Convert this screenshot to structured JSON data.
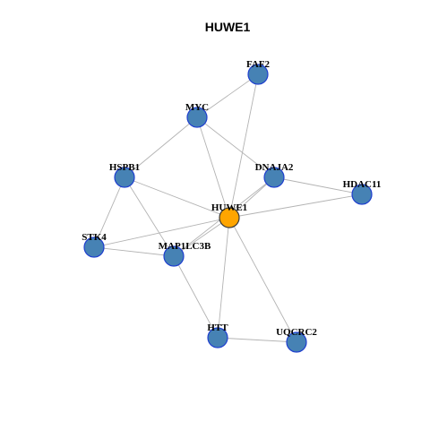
{
  "title": "HUWE1",
  "colors": {
    "node_default": "#4682b4",
    "node_hub": "#ffa500",
    "node_border": "#1f3fcf",
    "edge": "#b3b3b3"
  },
  "nodes": [
    {
      "id": "FAF2",
      "label": "FAF2",
      "hub": false
    },
    {
      "id": "MYC",
      "label": "MYC",
      "hub": false
    },
    {
      "id": "HSPB1",
      "label": "HSPB1",
      "hub": false
    },
    {
      "id": "DNAJA2",
      "label": "DNAJA2",
      "hub": false
    },
    {
      "id": "HDAC11",
      "label": "HDAC11",
      "hub": false
    },
    {
      "id": "HUWE1",
      "label": "HUWE1",
      "hub": true
    },
    {
      "id": "STK4",
      "label": "STK4",
      "hub": false
    },
    {
      "id": "MAP1LC3B",
      "label": "MAP1LC3B",
      "hub": false
    },
    {
      "id": "HTT",
      "label": "HTT",
      "hub": false
    },
    {
      "id": "UQCRC2",
      "label": "UQCRC2",
      "hub": false
    }
  ],
  "edges": [
    [
      "FAF2",
      "MYC"
    ],
    [
      "FAF2",
      "HUWE1"
    ],
    [
      "MYC",
      "HSPB1"
    ],
    [
      "MYC",
      "HUWE1"
    ],
    [
      "MYC",
      "DNAJA2"
    ],
    [
      "HSPB1",
      "HUWE1"
    ],
    [
      "HSPB1",
      "STK4"
    ],
    [
      "HSPB1",
      "MAP1LC3B"
    ],
    [
      "DNAJA2",
      "HUWE1"
    ],
    [
      "DNAJA2",
      "HDAC11"
    ],
    [
      "DNAJA2",
      "MAP1LC3B"
    ],
    [
      "HDAC11",
      "HUWE1"
    ],
    [
      "HUWE1",
      "STK4"
    ],
    [
      "HUWE1",
      "MAP1LC3B"
    ],
    [
      "HUWE1",
      "HTT"
    ],
    [
      "HUWE1",
      "UQCRC2"
    ],
    [
      "STK4",
      "MAP1LC3B"
    ],
    [
      "MAP1LC3B",
      "HTT"
    ],
    [
      "HTT",
      "UQCRC2"
    ]
  ]
}
